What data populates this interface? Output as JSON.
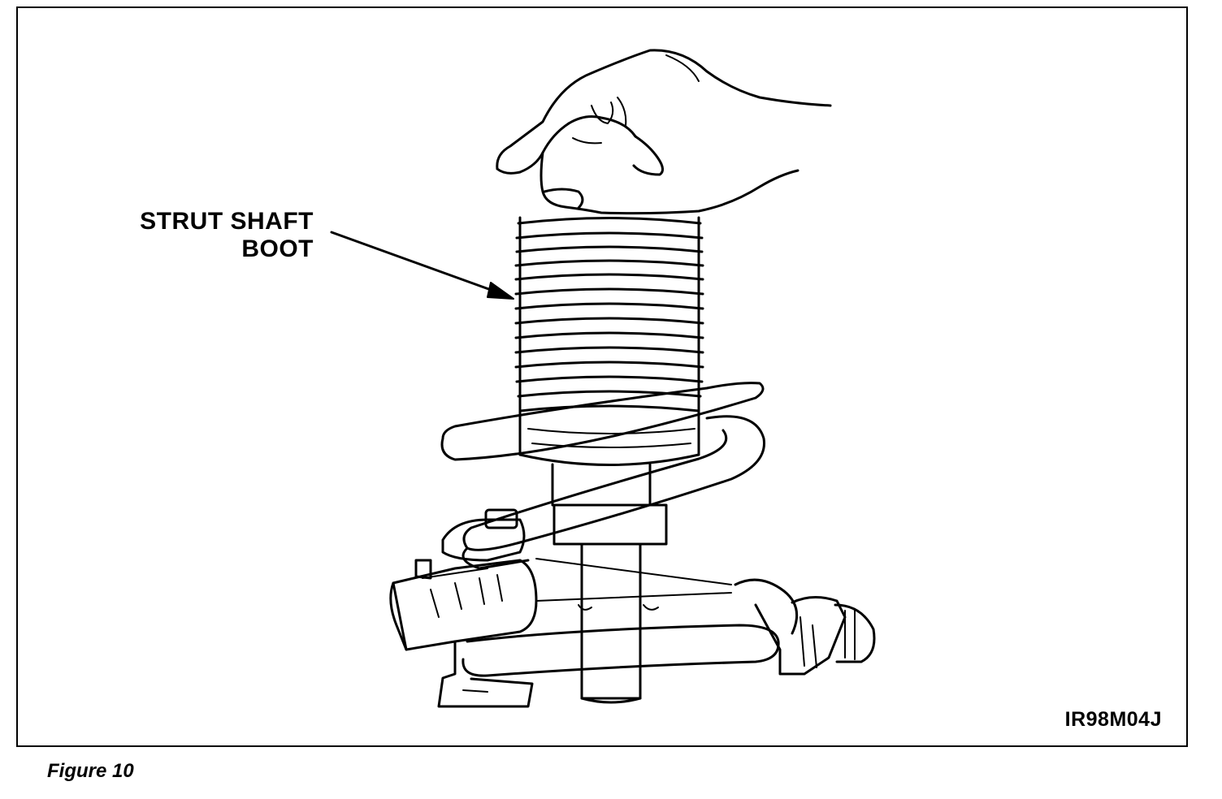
{
  "figure": {
    "callout_label_line1": "STRUT SHAFT",
    "callout_label_line2": "BOOT",
    "figure_id": "IR98M04J",
    "caption": "Figure 10"
  },
  "colors": {
    "ink": "#000000",
    "paper": "#ffffff"
  }
}
